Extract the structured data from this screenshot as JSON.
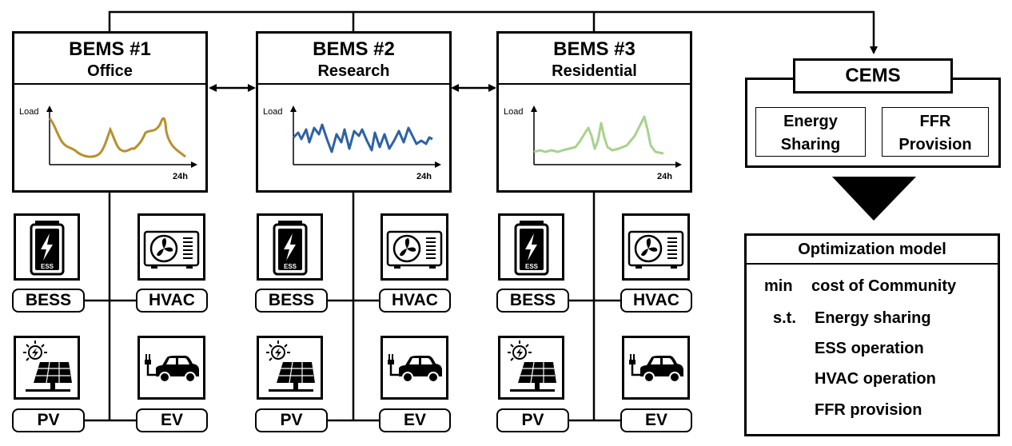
{
  "bems": [
    {
      "title": "BEMS #1",
      "subtitle": "Office",
      "color": "#b8902c"
    },
    {
      "title": "BEMS #2",
      "subtitle": "Research",
      "color": "#2e62a4"
    },
    {
      "title": "BEMS #3",
      "subtitle": "Residential",
      "color": "#a8d28e"
    }
  ],
  "chart": {
    "ylabel": "Load",
    "xlabel": "24h"
  },
  "devices": {
    "bess": "BESS",
    "hvac": "HVAC",
    "pv": "PV",
    "ev": "EV",
    "ess_text": "ESS"
  },
  "cems": {
    "title": "CEMS",
    "energy_sharing": "Energy\nSharing",
    "ffr": "FFR\nProvision"
  },
  "optimization": {
    "title": "Optimization model",
    "min_kw": "min",
    "objective": "cost of Community",
    "st_kw": "s.t.",
    "constraints": [
      "Energy sharing",
      "ESS operation",
      "HVAC operation",
      "FFR provision"
    ]
  },
  "icons": [
    "battery-icon",
    "air-conditioner-fan-icon",
    "solar-panel-icon",
    "electric-car-icon",
    "bidirectional-arrow-icon",
    "down-triangle-arrow-icon"
  ]
}
